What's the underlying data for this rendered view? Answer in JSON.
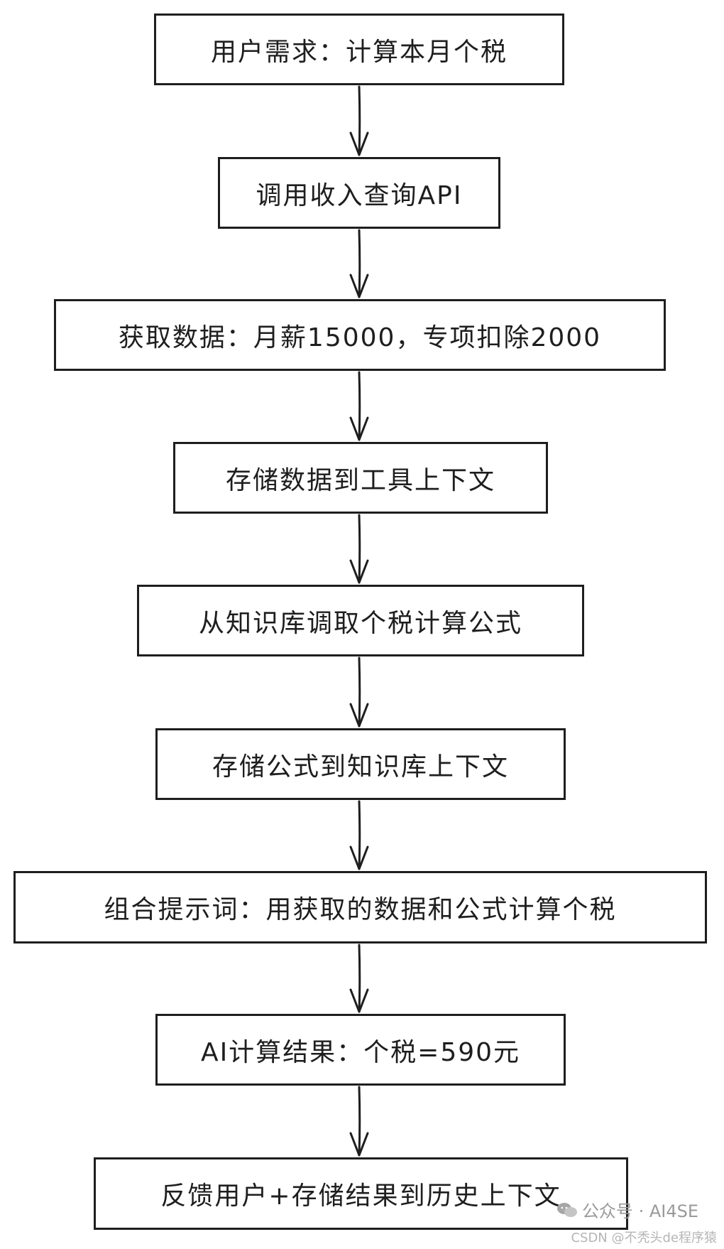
{
  "diagram": {
    "type": "flowchart",
    "steps": [
      {
        "id": "step-1",
        "label": "用户需求：计算本月个税"
      },
      {
        "id": "step-2",
        "label": "调用收入查询API"
      },
      {
        "id": "step-3",
        "label": "获取数据：月薪15000，专项扣除2000"
      },
      {
        "id": "step-4",
        "label": "存储数据到工具上下文"
      },
      {
        "id": "step-5",
        "label": "从知识库调取个税计算公式"
      },
      {
        "id": "step-6",
        "label": "存储公式到知识库上下文"
      },
      {
        "id": "step-7",
        "label": "组合提示词：用获取的数据和公式计算个税"
      },
      {
        "id": "step-8",
        "label": "AI计算结果：个税=590元"
      },
      {
        "id": "step-9",
        "label": "反馈用户+存储结果到历史上下文"
      }
    ]
  },
  "watermark": {
    "icon": "wechat-icon",
    "account_label": "公众号 · AI4SE"
  },
  "csdn_credit": "CSDN @不秃头de程序猿",
  "colors": {
    "stroke": "#1e1e1e",
    "background": "#ffffff",
    "watermark": "#9a9a9a"
  }
}
